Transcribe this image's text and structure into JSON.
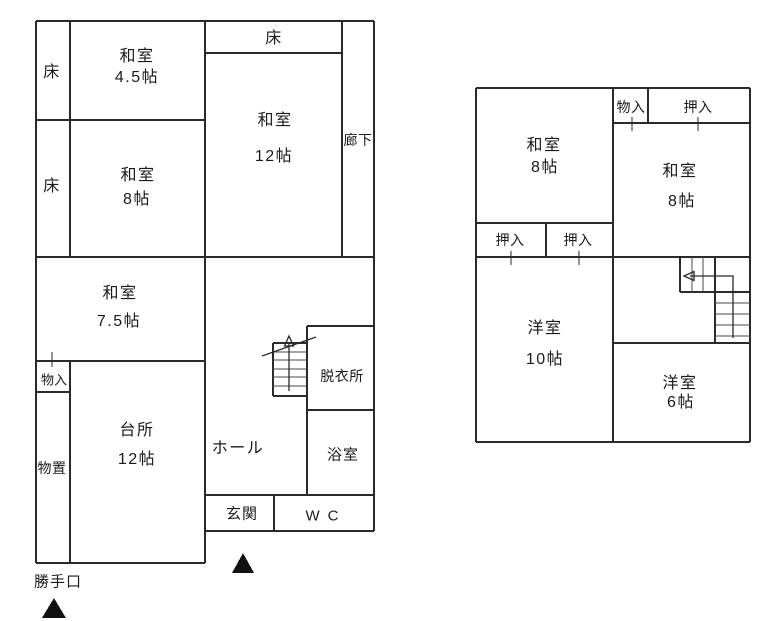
{
  "meta": {
    "background_color": "#ffffff",
    "line_color": "#2a2a2a",
    "text_color": "#1a1a1a",
    "diagram_type": "japanese-house-floor-plan"
  },
  "floor1": {
    "toko_upper_left": "床",
    "toko_lower_left": "床",
    "toko_top": "床",
    "washitsu_45": {
      "name": "和室",
      "size": "4.5帖"
    },
    "washitsu_12": {
      "name": "和室",
      "size": "12帖"
    },
    "washitsu_8": {
      "name": "和室",
      "size": "8帖"
    },
    "washitsu_75": {
      "name": "和室",
      "size": "7.5帖"
    },
    "rouka": "廊下",
    "monoire": "物入",
    "monooki": "物置",
    "daidokoro": {
      "name": "台所",
      "size": "12帖"
    },
    "hall": "ホール",
    "datsuijo": "脱衣所",
    "yokushitsu": "浴室",
    "genkan": "玄関",
    "wc": "WC",
    "katteguchi": "勝手口"
  },
  "floor2": {
    "washitsu_8_left": {
      "name": "和室",
      "size": "8帖"
    },
    "washitsu_8_right": {
      "name": "和室",
      "size": "8帖"
    },
    "monoire": "物入",
    "oshiire_top": "押入",
    "oshiire_left": "押入",
    "oshiire_right": "押入",
    "youshitsu_10": {
      "name": "洋室",
      "size": "10帖"
    },
    "youshitsu_6": {
      "name": "洋室",
      "size": "6帖"
    }
  }
}
